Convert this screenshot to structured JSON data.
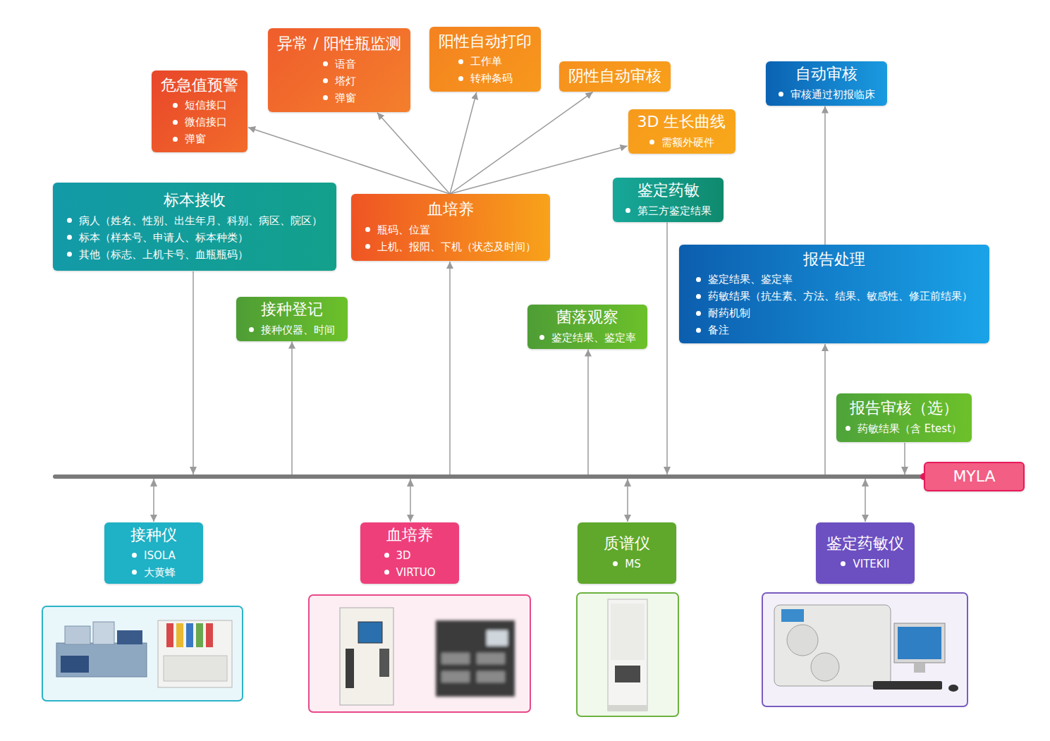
{
  "diagram": {
    "nodes": [
      {
        "text": [
          "危急值预警",
          "短信接口",
          "微信接口",
          "弹窗"
        ]
      },
      {
        "text": [
          "异常 / 阳性瓶监测",
          "语音",
          "塔灯",
          "弹窗"
        ]
      },
      {
        "text": [
          "阳性自动打印",
          "工作单",
          "转种条码"
        ]
      },
      {
        "text": [
          "阴性自动审核"
        ]
      },
      {
        "text": [
          "3D 生长曲线",
          "需额外硬件"
        ]
      },
      {
        "text": [
          "自动审核",
          "审核通过初报临床"
        ]
      },
      {
        "text": [
          "标本接收",
          "病人（姓名、性别、出生年月、科别、病区、院区）",
          "标本（样本号、申请人、标本种类）",
          "其他（标志、上机卡号、血瓶瓶码）"
        ]
      },
      {
        "text": [
          "血培养",
          "瓶码、位置",
          "上机、报阳、下机（状态及时间）"
        ]
      },
      {
        "text": [
          "鉴定药敏",
          "第三方鉴定结果"
        ]
      },
      {
        "text": [
          "报告处理",
          "鉴定结果、鉴定率",
          "药敏结果（抗生素、方法、结果、敏感性、修正前结果）",
          "耐药机制",
          "备注"
        ]
      },
      {
        "text": [
          "接种登记",
          "接种仪器、时间"
        ]
      },
      {
        "text": [
          "菌落观察",
          "鉴定结果、鉴定率"
        ]
      },
      {
        "text": [
          "报告审核（选）",
          "药敏结果（含 Etest）"
        ]
      },
      {
        "text": [
          "MYLA"
        ]
      },
      {
        "text": [
          "接种仪",
          "ISOLA",
          "大黄蜂"
        ]
      },
      {
        "text": [
          "血培养",
          "3D",
          "VIRTUO"
        ]
      },
      {
        "text": [
          "质谱仪",
          "MS"
        ]
      },
      {
        "text": [
          "鉴定药敏仪",
          "VITEKII"
        ]
      }
    ],
    "edges": [
      {
        "from": 7,
        "to": 0,
        "arrow": "to"
      },
      {
        "from": 7,
        "to": 1,
        "arrow": "to"
      },
      {
        "from": 7,
        "to": 2,
        "arrow": "to"
      },
      {
        "from": 7,
        "to": 3,
        "arrow": "to"
      },
      {
        "from": 7,
        "to": 4,
        "arrow": "to"
      },
      {
        "from": 9,
        "to": 5,
        "arrow": "to"
      },
      {
        "from": 6,
        "to": 13,
        "arrow": "to"
      },
      {
        "from": 13,
        "to": 10,
        "arrow": "to"
      },
      {
        "from": 13,
        "to": 7,
        "arrow": "to"
      },
      {
        "from": 13,
        "to": 11,
        "arrow": "to"
      },
      {
        "from": 8,
        "to": 13,
        "arrow": "to"
      },
      {
        "from": 13,
        "to": 9,
        "arrow": "to"
      },
      {
        "from": 12,
        "to": 13,
        "arrow": "to"
      },
      {
        "from": 14,
        "to": 13,
        "arrow": "both"
      },
      {
        "from": 15,
        "to": 13,
        "arrow": "both"
      },
      {
        "from": 16,
        "to": 13,
        "arrow": "both"
      },
      {
        "from": 17,
        "to": 13,
        "arrow": "both"
      }
    ]
  }
}
